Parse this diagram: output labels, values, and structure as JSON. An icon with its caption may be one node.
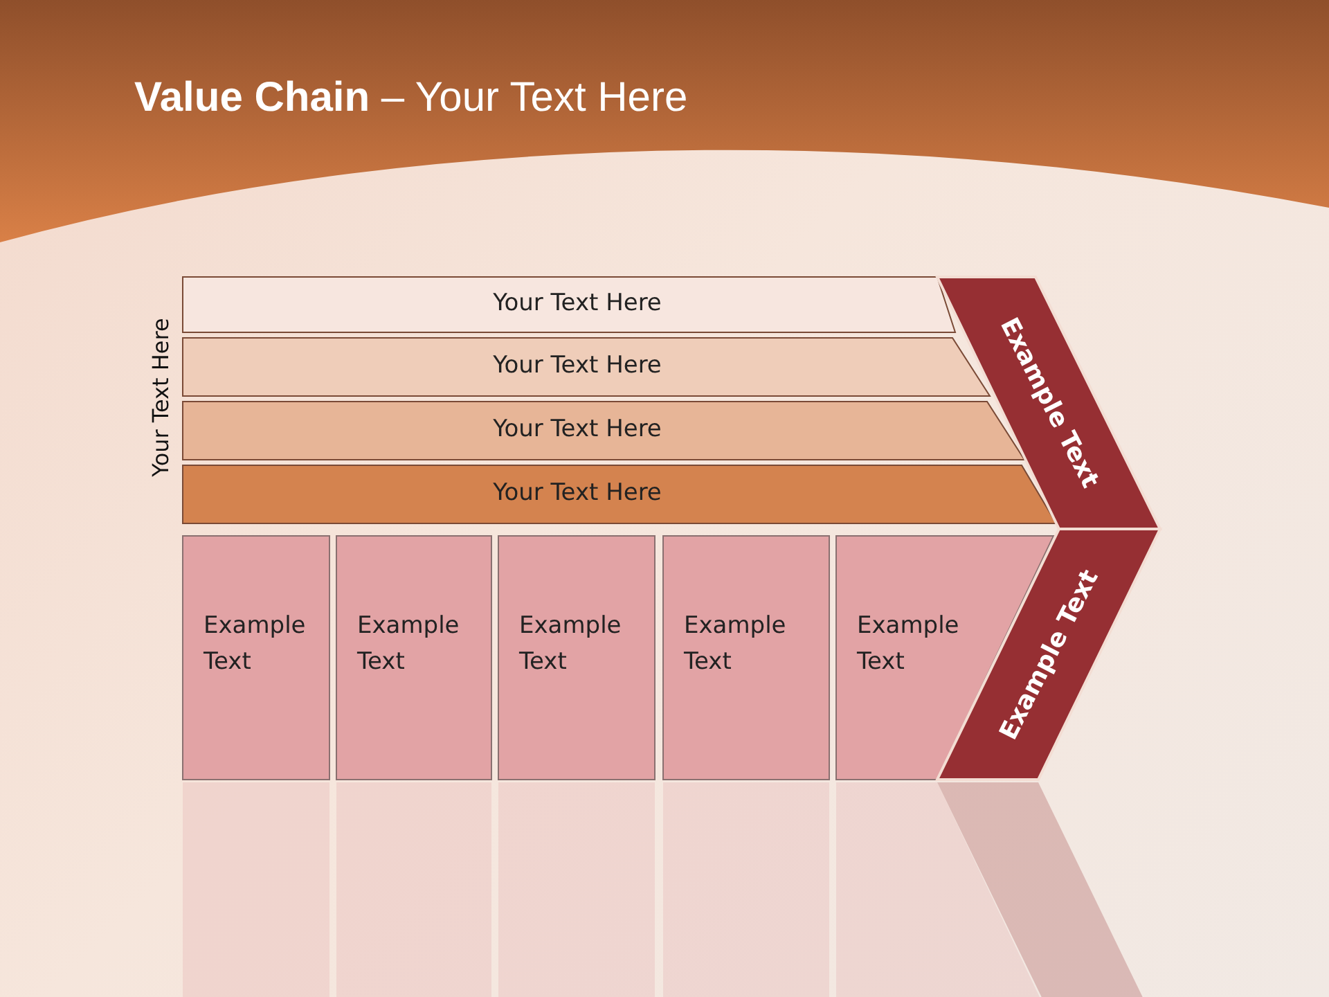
{
  "diagram": {
    "title": "**Value Chain** – Your Text Here",
    "nodes": [
      {
        "text": [
          "Your Text Here"
        ]
      },
      {
        "text": [
          "Your Text Here"
        ]
      },
      {
        "text": [
          "Your Text Here"
        ]
      },
      {
        "text": [
          "Your Text Here"
        ]
      },
      {
        "text": [
          "Example Text"
        ]
      },
      {
        "text": [
          "Example Text"
        ]
      },
      {
        "text": [
          "Example Text"
        ]
      },
      {
        "text": [
          "Example Text"
        ]
      },
      {
        "text": [
          "Example Text"
        ]
      },
      {
        "text": [
          "Example Text"
        ]
      },
      {
        "text": [
          "Example Text"
        ]
      }
    ],
    "edges": [],
    "labels": [
      "Your Text Here"
    ]
  }
}
